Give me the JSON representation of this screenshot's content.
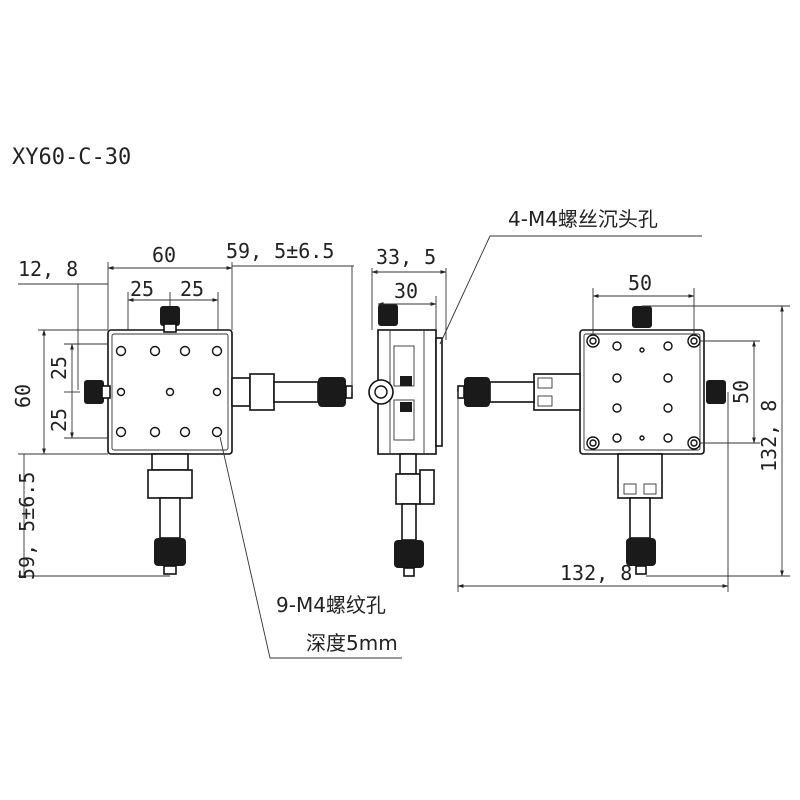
{
  "model": "XY60-C-30",
  "callouts": {
    "counterbore": "4-M4螺丝沉头孔",
    "threaded_line1": "9-M4螺纹孔",
    "threaded_line2": "深度5mm"
  },
  "front_view": {
    "dim_12_8": "12, 8",
    "dim_60_top": "60",
    "dim_25_left": "25",
    "dim_25_right": "25",
    "dim_travel_top": "59, 5±6.5",
    "dim_60_left": "60",
    "dim_25_vert_top": "25",
    "dim_25_vert_bottom": "25",
    "dim_travel_left": "59, 5±6.5"
  },
  "side_view": {
    "dim_33_5": "33, 5",
    "dim_30": "30"
  },
  "bottom_view": {
    "dim_50_top": "50",
    "dim_50_right": "50",
    "dim_132_8_right": "132, 8",
    "dim_132_8_bottom": "132, 8"
  }
}
